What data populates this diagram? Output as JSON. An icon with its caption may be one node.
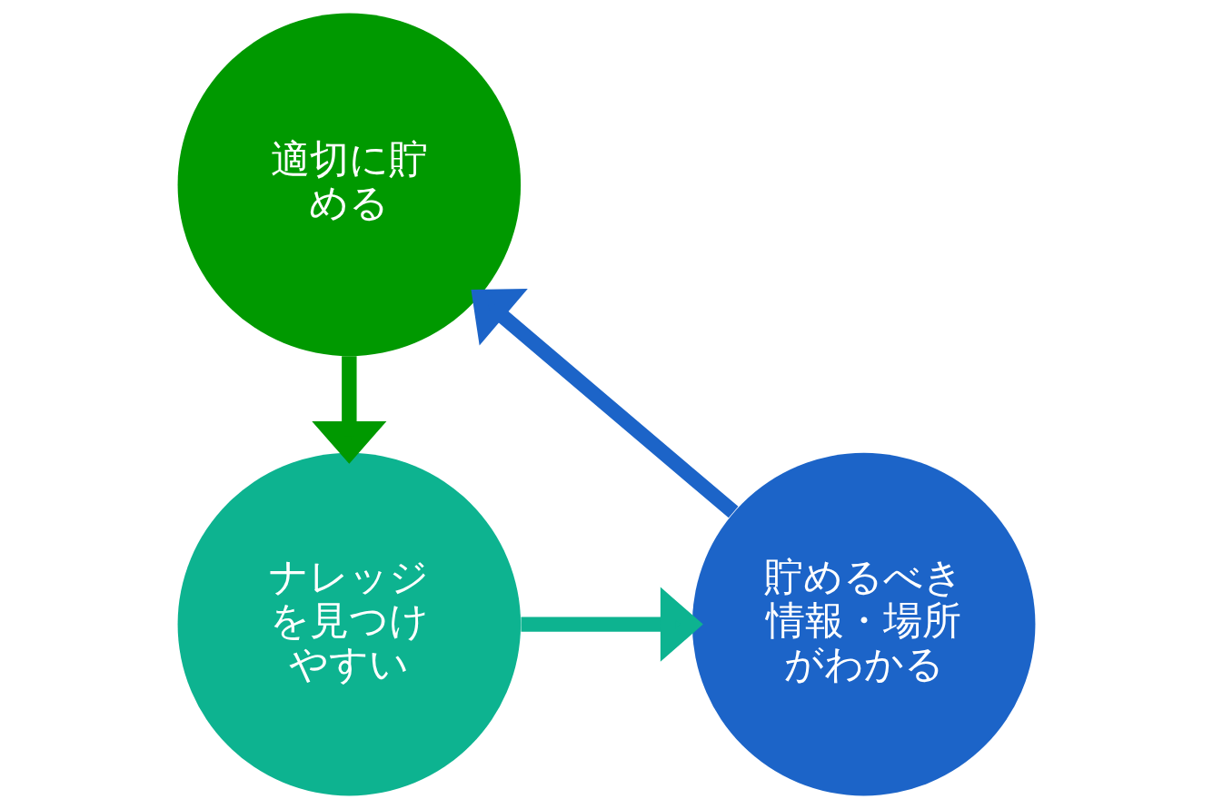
{
  "diagram": {
    "nodes": [
      {
        "text": [
          "適切に貯める"
        ]
      },
      {
        "text": [
          "ナレッジを見つけやすい"
        ]
      },
      {
        "text": [
          "貯めるべき情報・場所がわかる"
        ]
      }
    ],
    "edges": [
      {
        "from": 0,
        "to": 1,
        "arrow": "to",
        "color": "#009900"
      },
      {
        "from": 1,
        "to": 2,
        "arrow": "to",
        "color": "#0db390"
      },
      {
        "from": 2,
        "to": 0,
        "arrow": "to",
        "color": "#1c64c8"
      }
    ]
  }
}
